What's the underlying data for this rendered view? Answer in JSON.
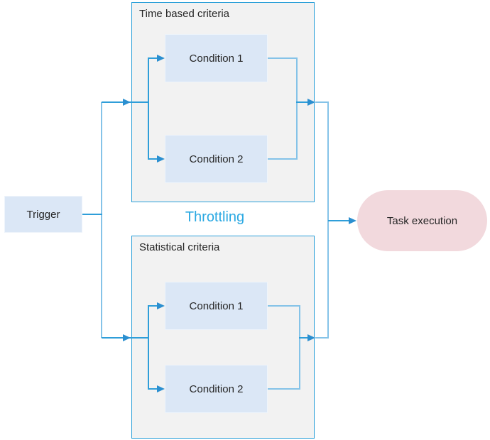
{
  "diagram": {
    "trigger_label": "Trigger",
    "time_group": {
      "title": "Time based criteria",
      "conditions": [
        "Condition 1",
        "Condition 2"
      ]
    },
    "stat_group": {
      "title": "Statistical criteria",
      "conditions": [
        "Condition 1",
        "Condition 2"
      ]
    },
    "throttling_label": "Throttling",
    "task_label": "Task execution",
    "colors": {
      "connector_strong": "#2f9ed9",
      "connector_light": "#85c3e8",
      "arrowhead": "#2b8fd0",
      "group_border": "#299fd8",
      "group_fill": "#f2f2f2",
      "node_fill": "#dbe7f6",
      "task_fill": "#f2d9dd",
      "throttling_text": "#29a8e2",
      "label_text": "#262626"
    }
  }
}
